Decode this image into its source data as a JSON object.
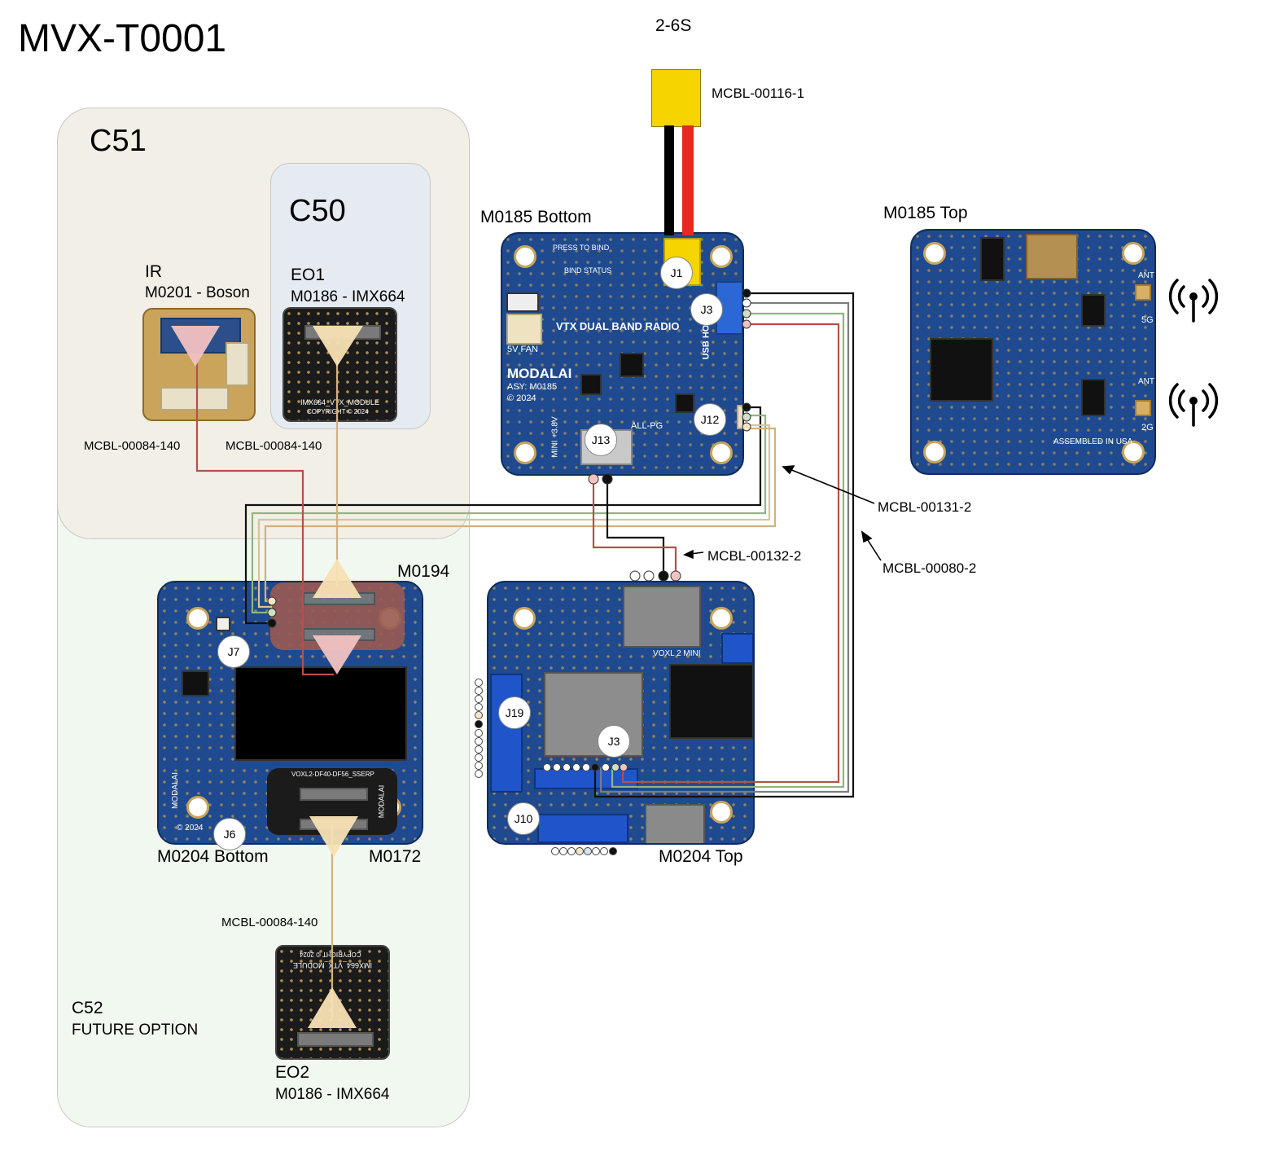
{
  "title": "MVX-T0001",
  "power": {
    "label": "2-6S",
    "cable": "MCBL-00116-1"
  },
  "regions": {
    "c51": "C51",
    "c50": "C50",
    "c52": "C52",
    "c52_note": "FUTURE OPTION"
  },
  "modules": {
    "ir_title": "IR",
    "ir_part": "M0201 - Boson",
    "eo1_title": "EO1",
    "eo1_part": "M0186 - IMX664",
    "eo2_title": "EO2",
    "eo2_part": "M0186 - IMX664",
    "m0185_bottom": "M0185 Bottom",
    "m0185_top": "M0185 Top",
    "m0194": "M0194",
    "m0204_bottom": "M0204 Bottom",
    "m0172": "M0172",
    "m0204_top": "M0204 Top"
  },
  "cables": {
    "ir_cable": "MCBL-00084-140",
    "eo1_cable": "MCBL-00084-140",
    "eo2_cable": "MCBL-00084-140",
    "c131": "MCBL-00131-2",
    "c132": "MCBL-00132-2",
    "c080": "MCBL-00080-2"
  },
  "connectors": {
    "j1": "J1",
    "j3_radio": "J3",
    "j12": "J12",
    "j13": "J13",
    "j7": "J7",
    "j6": "J6",
    "j19": "J19",
    "j3_voxl": "J3",
    "j10": "J10"
  },
  "silkscreen": {
    "radio_name": "VTX DUAL BAND RADIO",
    "brand": "MODALAI",
    "asy": "ASY: M0185",
    "year": "© 2024",
    "fan": "5V FAN",
    "usb": "USB HOST",
    "press": "PRESS TO BIND",
    "bind": "BIND STATUS",
    "mini": "MINI +3.8V",
    "allpg": "ALL-PG",
    "imx_module": "IMX664_VTX_MODULE",
    "copyright": "COPYRIGHT © 2024",
    "assembled": "ASSEMBLED IN USA",
    "ant5g": "5G",
    "ant2g": "2G",
    "ant": "ANT",
    "voxl": "VOXL 2 MINI",
    "m0172_silk": "VOXL2-DF40-DF56_SSERP"
  },
  "colors": {
    "pcb_blue": "#1f4a8f",
    "region_beige": "#f2efe6",
    "region_blue": "#e6ebf1",
    "region_green": "#f1f8ef",
    "wire_red": "#b5504a",
    "wire_tan": "#d2b27a",
    "wire_black": "#111111",
    "wire_gray": "#7d7d7d",
    "wire_green": "#8fb57f",
    "xt60_yellow": "#f5d400",
    "triangle_pink": "#f2c2c2",
    "triangle_tan": "#f7e1b3"
  },
  "icons": [
    "antenna-5g-icon",
    "antenna-2g-icon"
  ]
}
